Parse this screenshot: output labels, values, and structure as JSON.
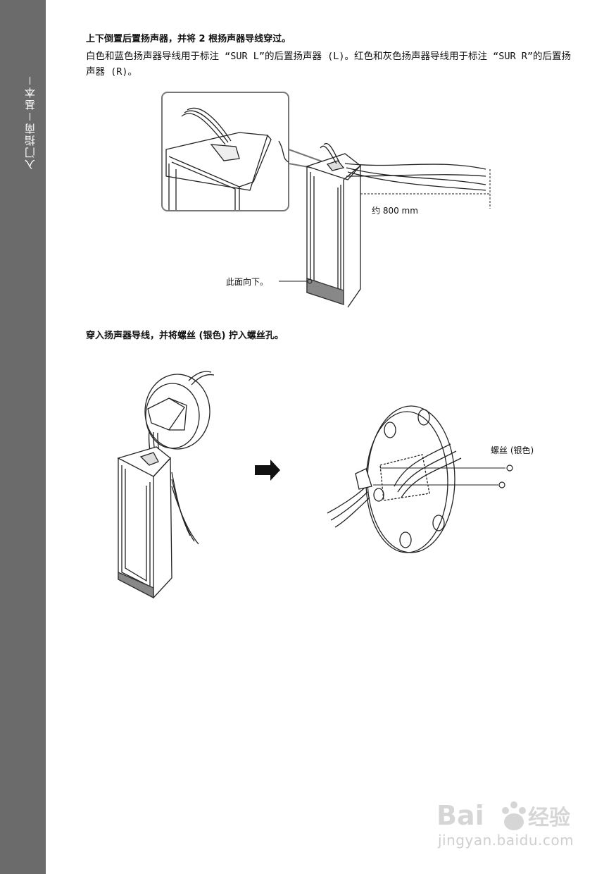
{
  "sidebar": {
    "text": "入门指南－基本－"
  },
  "step1": {
    "heading": "上下倒置后置扬声器，并将 2 根扬声器导线穿过。",
    "para": "白色和蓝色扬声器导线用于标注 “SUR L”的后置扬声器 (L)。红色和灰色扬声器导线用于标注 “SUR R”的后置扬声器 (R)。",
    "length_label": "约 800 mm",
    "face_down_label": "此面向下。"
  },
  "step2": {
    "heading": "穿入扬声器导线，并将螺丝 (银色) 拧入螺丝孔。",
    "screw_label": "螺丝 (银色)"
  },
  "watermark": {
    "text": "jingyan.baidu.com"
  }
}
